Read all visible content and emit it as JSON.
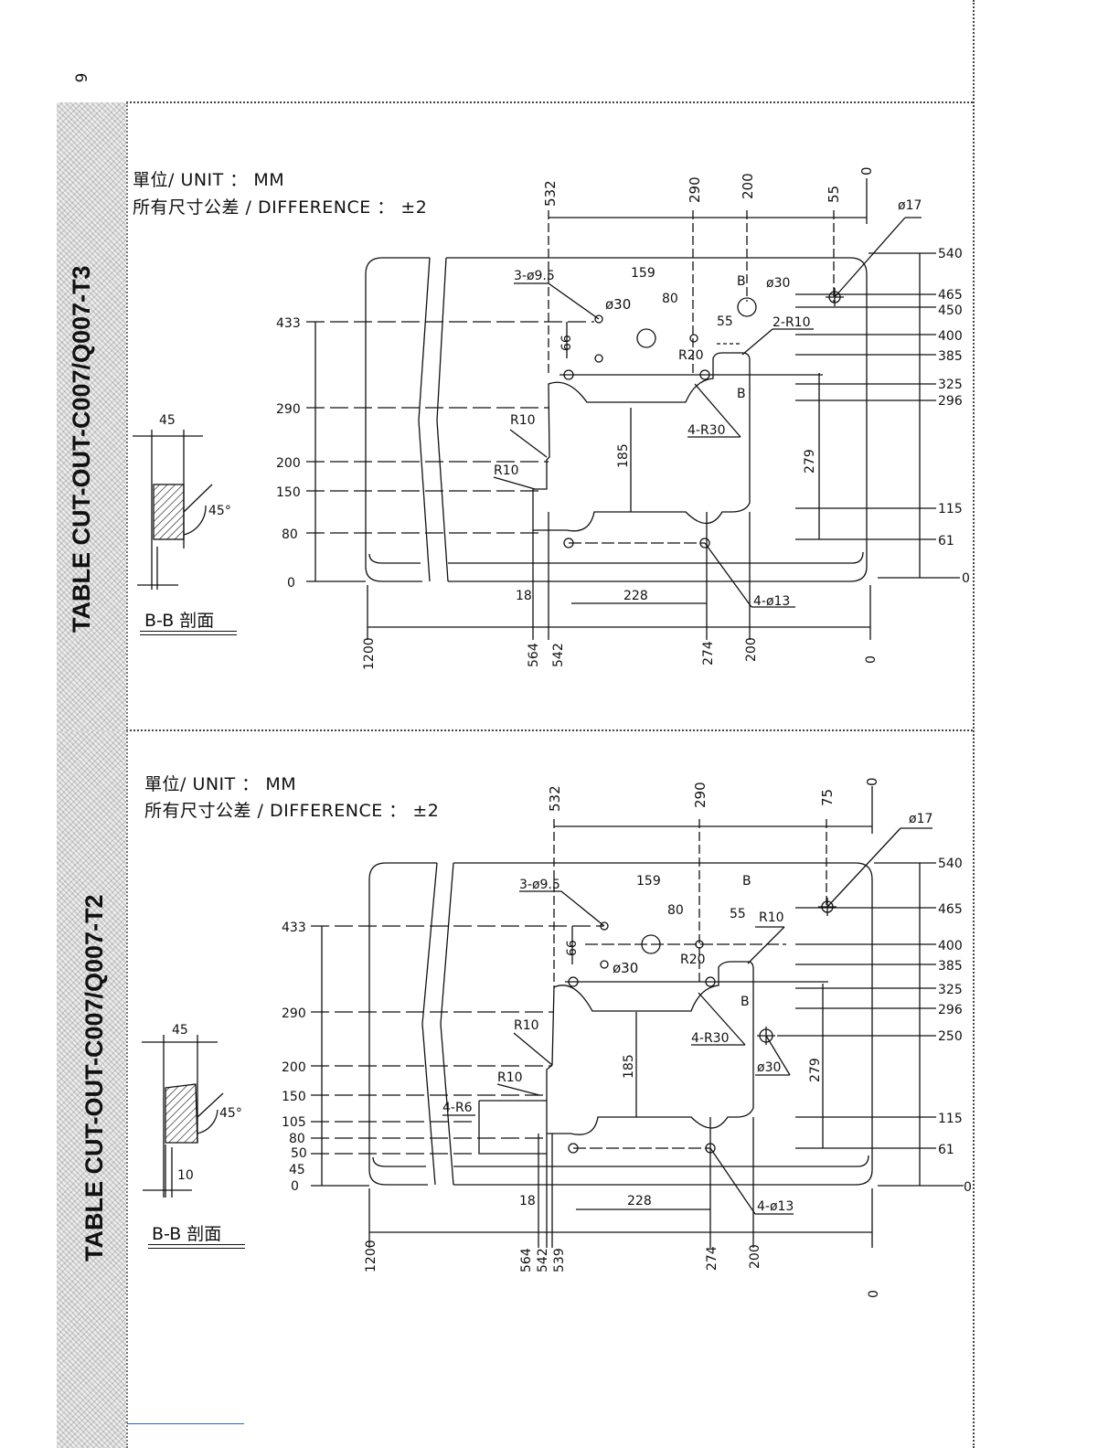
{
  "page_number": "6",
  "drawings": [
    {
      "title": "TABLE CUT-OUT-C007/Q007-T3",
      "unit_text": "單位/ UNIT ： MM",
      "tolerance_text": "所有尺寸公差 / DIFFERENCE ： ±2",
      "section_label": "B-B 剖面",
      "section_dims": [
        "45",
        "45°"
      ],
      "top_dims": [
        "532",
        "290",
        "200",
        "55",
        "0"
      ],
      "right_dims": [
        "540",
        "465",
        "450",
        "400",
        "385",
        "325",
        "296",
        "115",
        "61",
        "0"
      ],
      "left_dims": [
        "433",
        "290",
        "200",
        "150",
        "80",
        "0"
      ],
      "bottom_dims": [
        "1200",
        "564",
        "542",
        "274",
        "200",
        "0"
      ],
      "callouts": [
        "ø17",
        "3-ø9.5",
        "159",
        "80",
        "ø30",
        "ø30",
        "55",
        "2-R10",
        "R20",
        "66",
        "B",
        "B",
        "R10",
        "R10",
        "4-R30",
        "185",
        "279",
        "18",
        "228",
        "4-ø13"
      ]
    },
    {
      "title": "TABLE CUT-OUT-C007/Q007-T2",
      "unit_text": "單位/ UNIT ： MM",
      "tolerance_text": "所有尺寸公差 / DIFFERENCE ： ±2",
      "section_label": "B-B 剖面",
      "section_dims": [
        "45",
        "45°",
        "10"
      ],
      "top_dims": [
        "532",
        "290",
        "75",
        "0"
      ],
      "right_dims": [
        "540",
        "465",
        "400",
        "385",
        "325",
        "296",
        "250",
        "115",
        "61",
        "0"
      ],
      "left_dims": [
        "433",
        "290",
        "200",
        "150",
        "105",
        "80",
        "50",
        "45",
        "0"
      ],
      "bottom_dims": [
        "1200",
        "564",
        "542",
        "539",
        "274",
        "200",
        "0"
      ],
      "callouts": [
        "ø17",
        "3-ø9.5",
        "159",
        "80",
        "55",
        "R10",
        "B",
        "66",
        "ø30",
        "R20",
        "B",
        "R10",
        "R10",
        "4-R30",
        "ø30",
        "4-R6",
        "185",
        "279",
        "18",
        "228",
        "4-ø13"
      ]
    }
  ]
}
